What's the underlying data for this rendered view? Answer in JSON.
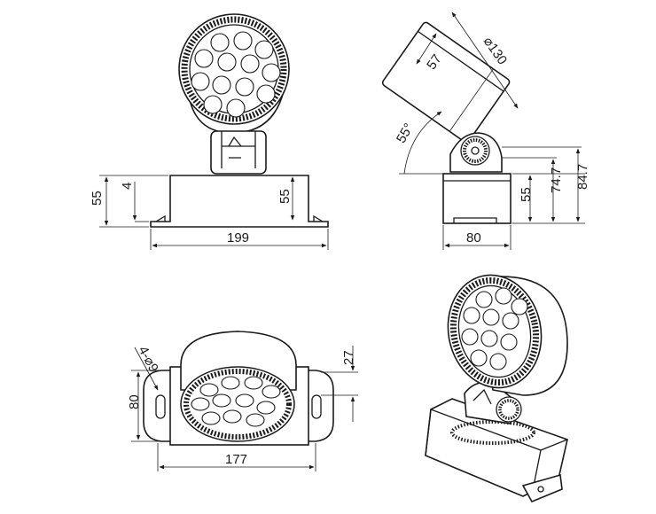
{
  "diagram": {
    "front_view": {
      "width_label": "199",
      "height_left_label": "55",
      "base_offset_label": "4",
      "height_right_label": "55"
    },
    "side_view": {
      "depth_label": "57",
      "diameter_label": "⌀130",
      "angle_label": "55°",
      "width_label": "80",
      "height_a_label": "55",
      "height_b_label": "74.7",
      "height_c_label": "84.7"
    },
    "top_view": {
      "width_label": "177",
      "height_label": "80",
      "offset_label": "27",
      "hole_label": "4-⌀9"
    }
  },
  "colors": {
    "line": "#1a1a1a",
    "lens": "#ffffff",
    "ring": "#1a1a1a"
  }
}
